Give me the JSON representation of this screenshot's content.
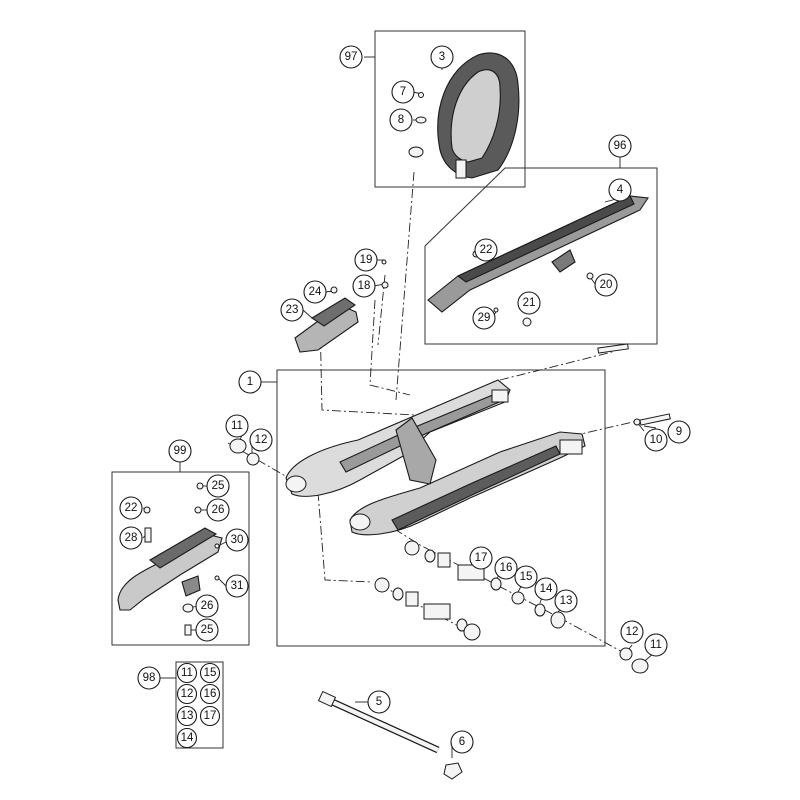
{
  "callouts": {
    "c1": "1",
    "c3": "3",
    "c4": "4",
    "c5": "5",
    "c6": "6",
    "c7": "7",
    "c8": "8",
    "c9": "9",
    "c10": "10",
    "c11a": "11",
    "c12a": "12",
    "c11b": "11",
    "c12b": "12",
    "c13": "13",
    "c14": "14",
    "c15": "15",
    "c16": "16",
    "c17": "17",
    "c18": "18",
    "c19": "19",
    "c20": "20",
    "c21": "21",
    "c22a": "22",
    "c22b": "22",
    "c23": "23",
    "c24": "24",
    "c25a": "25",
    "c25b": "25",
    "c26a": "26",
    "c26b": "26",
    "c28": "28",
    "c29": "29",
    "c30": "30",
    "c31": "31",
    "c96": "96",
    "c97": "97",
    "c98": "98",
    "c99": "99"
  },
  "kit98": [
    "11",
    "15",
    "12",
    "16",
    "13",
    "17",
    "14"
  ]
}
